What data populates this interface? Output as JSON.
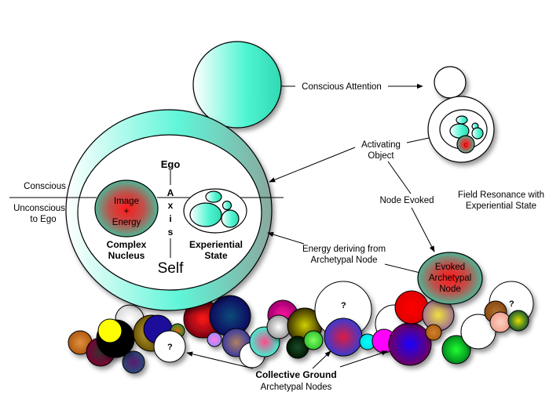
{
  "psyche": {
    "conscious": "Conscious",
    "unconscious_1": "Unconscious",
    "unconscious_2": "to Ego",
    "ego": "Ego",
    "axis": [
      "A",
      "x",
      "i",
      "s"
    ],
    "self": "Self",
    "nucleus_inner": [
      "Image",
      "+",
      "Energy"
    ],
    "nucleus_label": [
      "Complex",
      "Nucleus"
    ],
    "experiential_label": [
      "Experiential",
      "State"
    ]
  },
  "annotations": {
    "conscious_attention": "Conscious Attention",
    "activating_object": [
      "Activating",
      "Object"
    ],
    "node_evoked": "Node Evoked",
    "field_resonance": [
      "Field Resonance with",
      "Experiential State"
    ],
    "energy_deriving": [
      "Energy deriving from",
      "Archetypal Node"
    ],
    "evoked_node": [
      "Evoked",
      "Archetypal",
      "Node"
    ],
    "object_core": "c",
    "collective_ground": "Collective Ground",
    "archetypal_nodes": "Archetypal Nodes",
    "unknown_mark": "?"
  },
  "colors": {
    "teal": "#3ff5cf",
    "nucleus_green": "#4fb596",
    "nucleus_red": "#ff1a1a"
  },
  "nodes": [
    {
      "c": "#d9d9d9",
      "i": "#ffffff"
    },
    {
      "c": "#000000",
      "i": "#000000"
    },
    {
      "c": "#ffff00",
      "i": "#ffff00"
    },
    {
      "c": "#7a0030",
      "i": "#333"
    },
    {
      "c": "#2b4a7a",
      "i": "#5a1a70"
    },
    {
      "c": "#6a5400",
      "i": "#d9b648"
    },
    {
      "c": "#1a0a9a",
      "i": "#1a0a9a"
    },
    {
      "c": "#3a8a2a",
      "i": "#e06a10"
    },
    {
      "c": "#ffffff",
      "i": "#ffffff",
      "q": true
    },
    {
      "c": "#7a0010",
      "i": "#ff1a1a"
    },
    {
      "c": "#0a0a60",
      "i": "#0a4a7a"
    },
    {
      "c": "#a08aff",
      "i": "#ff7adf"
    },
    {
      "c": "#3a3aa0",
      "i": "#b08060"
    },
    {
      "c": "#ffffff",
      "i": "#ffffff"
    },
    {
      "c": "#40f0d0",
      "i": "#ff4a8a"
    },
    {
      "c": "#a00070",
      "i": "#ff10a0"
    },
    {
      "c": "#9a9a9a",
      "i": "#ffffff"
    },
    {
      "c": "#3a3000",
      "i": "#d0d000"
    },
    {
      "c": "#001a00",
      "i": "#1a4a2a"
    },
    {
      "c": "#30c030",
      "i": "#80ff60"
    },
    {
      "c": "#ffffff",
      "i": "#ffffff",
      "q": true
    },
    {
      "c": "#3a3ad0",
      "i": "#e01a40"
    },
    {
      "c": "#00e0e0",
      "i": "#00ffff"
    },
    {
      "c": "#ff00ff",
      "i": "#ff00ff"
    },
    {
      "c": "#ffffff",
      "i": "#ffffff"
    },
    {
      "c": "#700060",
      "i": "#1a00ff"
    },
    {
      "c": "#e00000",
      "i": "#ff0000"
    },
    {
      "c": "#a07090",
      "i": "#f0e040"
    },
    {
      "c": "#b06010",
      "i": "#d08030"
    },
    {
      "c": "#008a20",
      "i": "#20ff30"
    },
    {
      "c": "#ffffff",
      "i": "#ffffff"
    },
    {
      "c": "#ffffff",
      "i": "#ffffff",
      "q": true
    },
    {
      "c": "#8a4a10",
      "i": "#b07030"
    },
    {
      "c": "#f0a090",
      "i": "#ffd0c0"
    },
    {
      "c": "#1a5a30",
      "i": "#e0e000"
    }
  ]
}
